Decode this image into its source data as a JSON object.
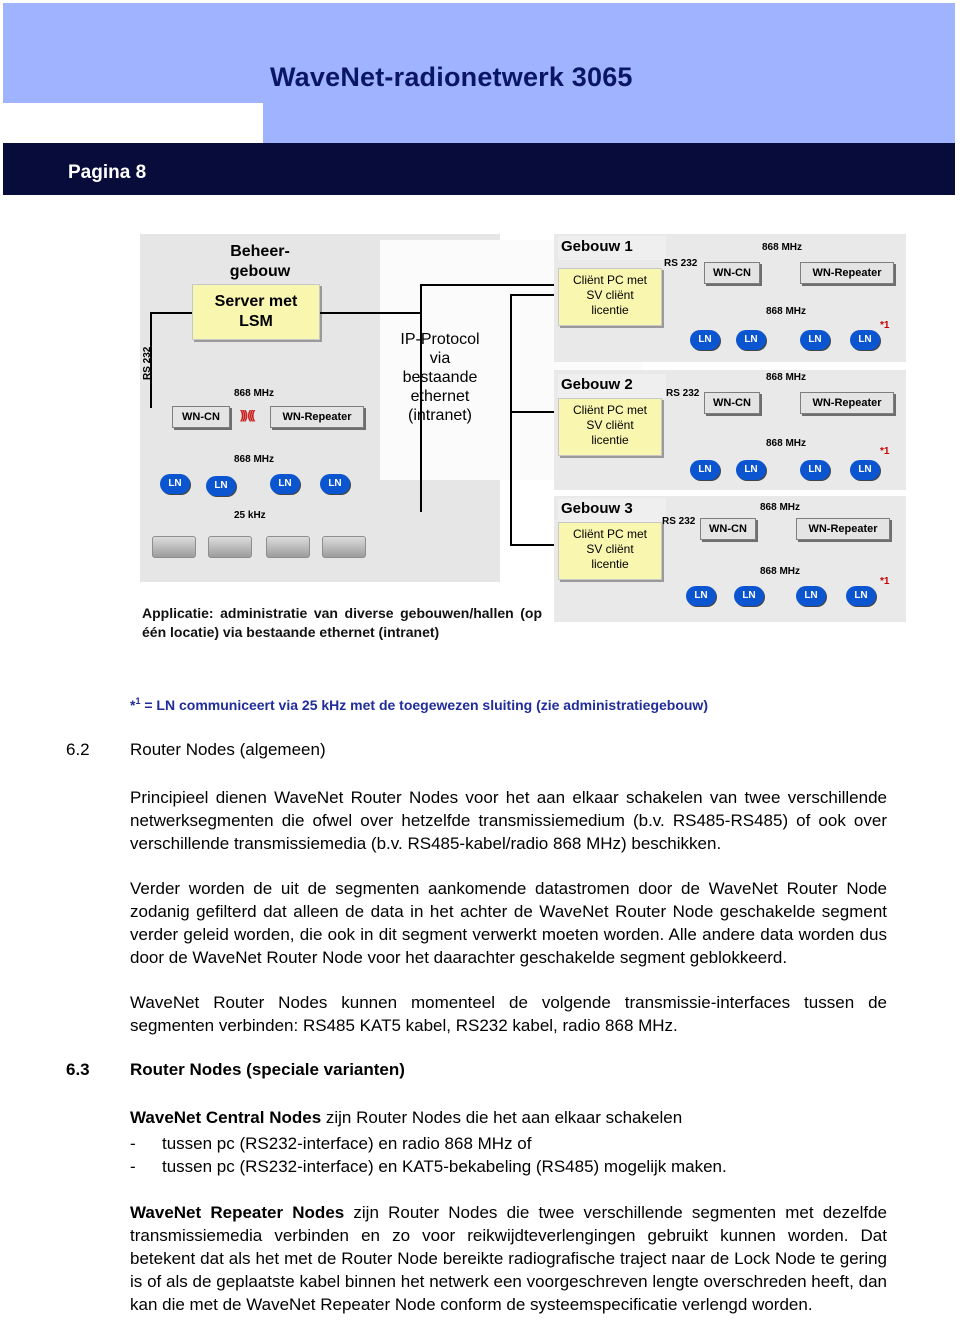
{
  "header": {
    "title": "WaveNet-radionetwerk 3065",
    "page_label": "Pagina 8"
  },
  "diagram": {
    "admin_building": "Beheer-\ngebouw",
    "server": "Server met\nLSM",
    "ip_protocol": "IP-Protocol\nvia\nbestaande\nethernet\n(intranet)",
    "rs232": "RS 232",
    "wn_cn": "WN-CN",
    "wn_repeater": "WN-Repeater",
    "freq_868": "868 MHz",
    "freq_25": "25 kHz",
    "ln": "LN",
    "star": "*1",
    "buildings": [
      {
        "title": "Gebouw 1",
        "client": "Cliënt PC met\nSV cliënt\nlicentie"
      },
      {
        "title": "Gebouw 2",
        "client": "Cliënt PC met\nSV cliënt\nlicentie"
      },
      {
        "title": "Gebouw 3",
        "client": "Cliënt PC met\nSV cliënt\nlicentie"
      }
    ],
    "caption": "Applicatie: administratie van diverse gebouwen/hallen (op één locatie) via bestaande ethernet (intranet)"
  },
  "footnote": {
    "marker": "*",
    "sup": "1",
    "text": " = LN communiceert via 25 kHz met de toegewezen sluiting (zie administratiegebouw)"
  },
  "section_6_2": {
    "number": "6.2",
    "title": "Router Nodes (algemeen)",
    "p1": "Principieel dienen WaveNet Router Nodes voor het aan elkaar schakelen van twee verschillende netwerksegmenten die ofwel over hetzelfde transmissiemedium (b.v. RS485-RS485) of ook over verschillende transmissiemedia (b.v. RS485-kabel/radio 868 MHz) beschikken.",
    "p2": "Verder worden de uit de segmenten aankomende datastromen door de WaveNet Router Node zodanig gefilterd dat alleen de data in het achter de WaveNet Router Node geschakelde segment verder geleid worden, die ook in dit segment verwerkt moeten worden. Alle andere data worden dus door de WaveNet Router Node voor het daarachter geschakelde segment geblokkeerd.",
    "p3": "WaveNet Router Nodes kunnen momenteel de volgende transmissie-interfaces tussen de segmenten verbinden: RS485 KAT5 kabel, RS232 kabel, radio 868 MHz."
  },
  "section_6_3": {
    "number": "6.3",
    "title": "Router Nodes (speciale varianten)",
    "central_bold": "WaveNet Central Nodes",
    "central_rest": " zijn Router Nodes die het aan elkaar schakelen",
    "list": [
      "tussen pc (RS232-interface) en radio 868 MHz of",
      "tussen pc (RS232-interface) en KAT5-bekabeling (RS485) mogelijk maken."
    ],
    "list_marker": "-",
    "repeater_bold": "WaveNet Repeater Nodes",
    "repeater_rest": " zijn Router Nodes die twee verschillende segmenten met dezelfde transmissiemedia verbinden en zo voor reikwijdteverlengingen gebruikt kunnen worden. Dat betekent dat als het met de Router Node bereikte radiografische traject naar de Lock Node te gering is of als de geplaatste kabel binnen het netwerk een voorgeschreven lengte overschreden heeft, dan kan die met de WaveNet Repeater Node conform de systeemspecificatie verlengd worden."
  }
}
